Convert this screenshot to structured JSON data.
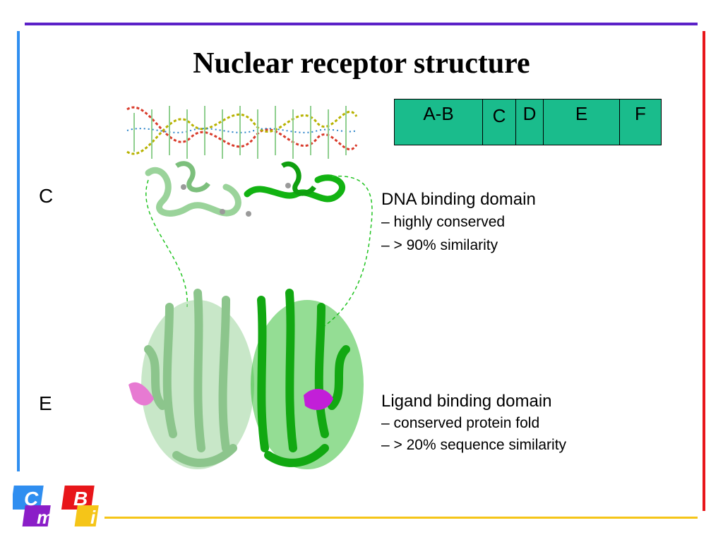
{
  "slide": {
    "title": "Nuclear receptor structure",
    "domains": [
      "A-B",
      "C",
      "D",
      "E",
      "F"
    ],
    "label_c": "C",
    "label_e": "E",
    "dna": {
      "heading": "DNA binding domain",
      "points": [
        "– highly conserved",
        "– > 90% similarity"
      ]
    },
    "ligand": {
      "heading": "Ligand binding domain",
      "points": [
        "– conserved protein fold",
        "– > 20% sequence similarity"
      ]
    },
    "logo": {
      "letters": [
        "C",
        "m",
        "B",
        "i"
      ]
    }
  },
  "colors": {
    "table_fill": "#1abc8c",
    "light_green": "#9ad39a",
    "dark_green": "#12b312",
    "pink": "#e77ad2",
    "magenta": "#c21fd8"
  }
}
